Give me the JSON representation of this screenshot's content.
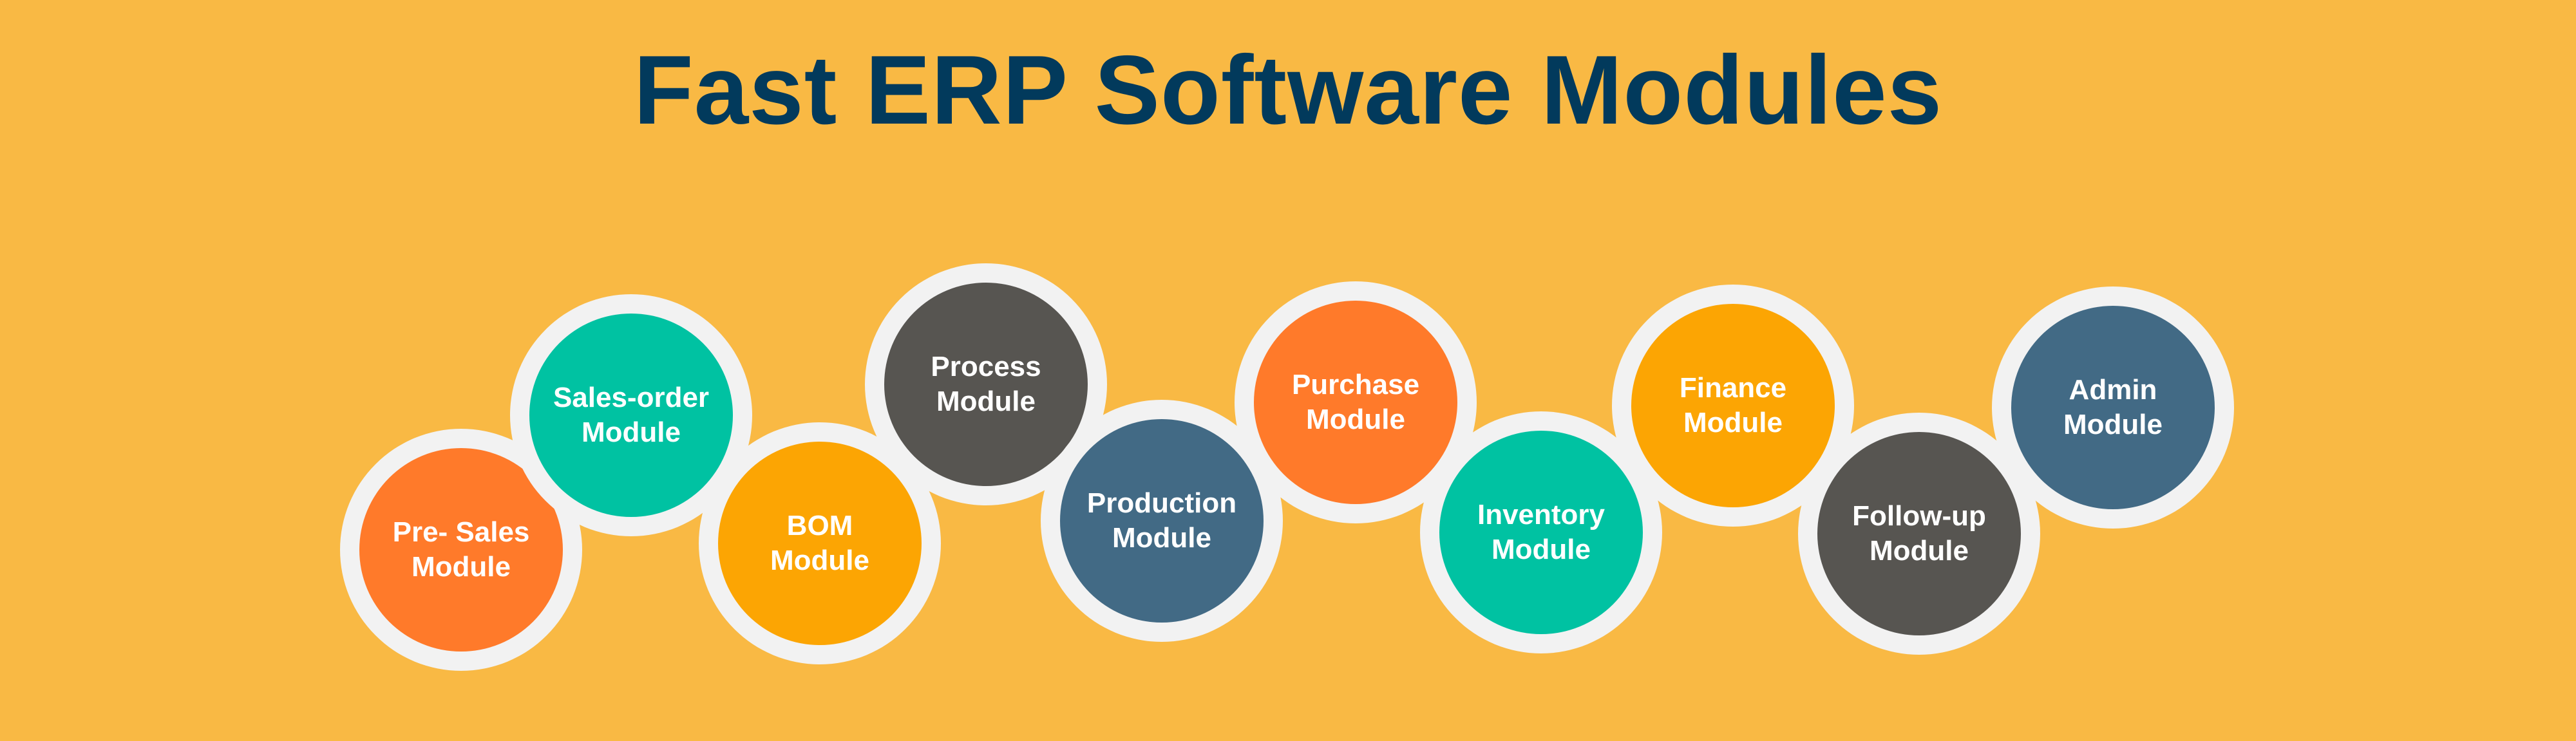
{
  "title": "Fast ERP Software Modules",
  "colors": {
    "background": "#F9B944",
    "title": "#023A5C",
    "ring": "#F2F2F2"
  },
  "modules": [
    {
      "line1": "Pre- Sales",
      "line2": "Module",
      "color": "#FF7A2A"
    },
    {
      "line1": "Sales-order",
      "line2": "Module",
      "color": "#00C2A2"
    },
    {
      "line1": "BOM",
      "line2": "Module",
      "color": "#FCA503"
    },
    {
      "line1": "Process",
      "line2": "Module",
      "color": "#575551"
    },
    {
      "line1": "Production",
      "line2": "Module",
      "color": "#426A85"
    },
    {
      "line1": "Purchase",
      "line2": "Module",
      "color": "#FF7A2A"
    },
    {
      "line1": "Inventory",
      "line2": "Module",
      "color": "#00C2A2"
    },
    {
      "line1": "Finance",
      "line2": "Module",
      "color": "#FCA503"
    },
    {
      "line1": "Follow-up",
      "line2": "Module",
      "color": "#575551"
    },
    {
      "line1": "Admin",
      "line2": "Module",
      "color": "#426A85"
    }
  ]
}
